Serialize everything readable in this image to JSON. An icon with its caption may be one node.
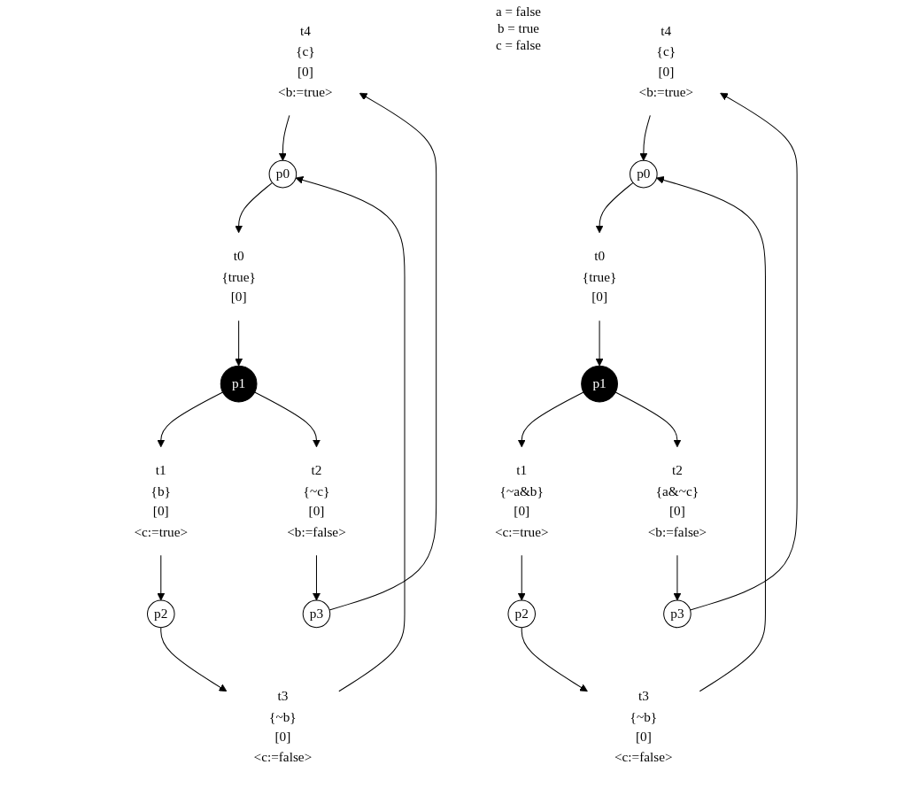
{
  "diagram": {
    "nodes": [
      {
        "text": [
          "t4",
          "{c}",
          "[0]",
          "<b:=true>"
        ]
      },
      {
        "text": [
          "p0"
        ]
      },
      {
        "text": [
          "t0",
          "{true}",
          "[0]"
        ]
      },
      {
        "text": [
          "p1"
        ]
      },
      {
        "text": [
          "t1",
          "{b}",
          "[0]",
          "<c:=true>"
        ]
      },
      {
        "text": [
          "t2",
          "{~c}",
          "[0]",
          "<b:=false>"
        ]
      },
      {
        "text": [
          "p2"
        ]
      },
      {
        "text": [
          "p3"
        ]
      },
      {
        "text": [
          "t3",
          "{~b}",
          "[0]",
          "<c:=false>"
        ]
      },
      {
        "text": [
          "t4",
          "{c}",
          "[0]",
          "<b:=true>"
        ]
      },
      {
        "text": [
          "p0"
        ]
      },
      {
        "text": [
          "t0",
          "{true}",
          "[0]"
        ]
      },
      {
        "text": [
          "p1"
        ]
      },
      {
        "text": [
          "t1",
          "{~a&b}",
          "[0]",
          "<c:=true>"
        ]
      },
      {
        "text": [
          "t2",
          "{a&~c}",
          "[0]",
          "<b:=false>"
        ]
      },
      {
        "text": [
          "p2"
        ]
      },
      {
        "text": [
          "p3"
        ]
      },
      {
        "text": [
          "t3",
          "{~b}",
          "[0]",
          "<c:=false>"
        ]
      }
    ],
    "edges": [
      {
        "from": 0,
        "to": 1,
        "arrow": "to"
      },
      {
        "from": 1,
        "to": 2,
        "arrow": "to"
      },
      {
        "from": 2,
        "to": 3,
        "arrow": "to"
      },
      {
        "from": 3,
        "to": 4,
        "arrow": "to"
      },
      {
        "from": 3,
        "to": 5,
        "arrow": "to"
      },
      {
        "from": 4,
        "to": 6,
        "arrow": "to"
      },
      {
        "from": 5,
        "to": 7,
        "arrow": "to"
      },
      {
        "from": 6,
        "to": 8,
        "arrow": "to"
      },
      {
        "from": 8,
        "to": 1,
        "arrow": "to"
      },
      {
        "from": 7,
        "to": 0,
        "arrow": "to"
      },
      {
        "from": 9,
        "to": 10,
        "arrow": "to"
      },
      {
        "from": 10,
        "to": 11,
        "arrow": "to"
      },
      {
        "from": 11,
        "to": 12,
        "arrow": "to"
      },
      {
        "from": 12,
        "to": 13,
        "arrow": "to"
      },
      {
        "from": 12,
        "to": 14,
        "arrow": "to"
      },
      {
        "from": 13,
        "to": 15,
        "arrow": "to"
      },
      {
        "from": 14,
        "to": 16,
        "arrow": "to"
      },
      {
        "from": 15,
        "to": 17,
        "arrow": "to"
      },
      {
        "from": 17,
        "to": 10,
        "arrow": "to"
      },
      {
        "from": 16,
        "to": 9,
        "arrow": "to"
      }
    ],
    "labels": [
      "a = false",
      "b = true",
      "c = false"
    ]
  }
}
